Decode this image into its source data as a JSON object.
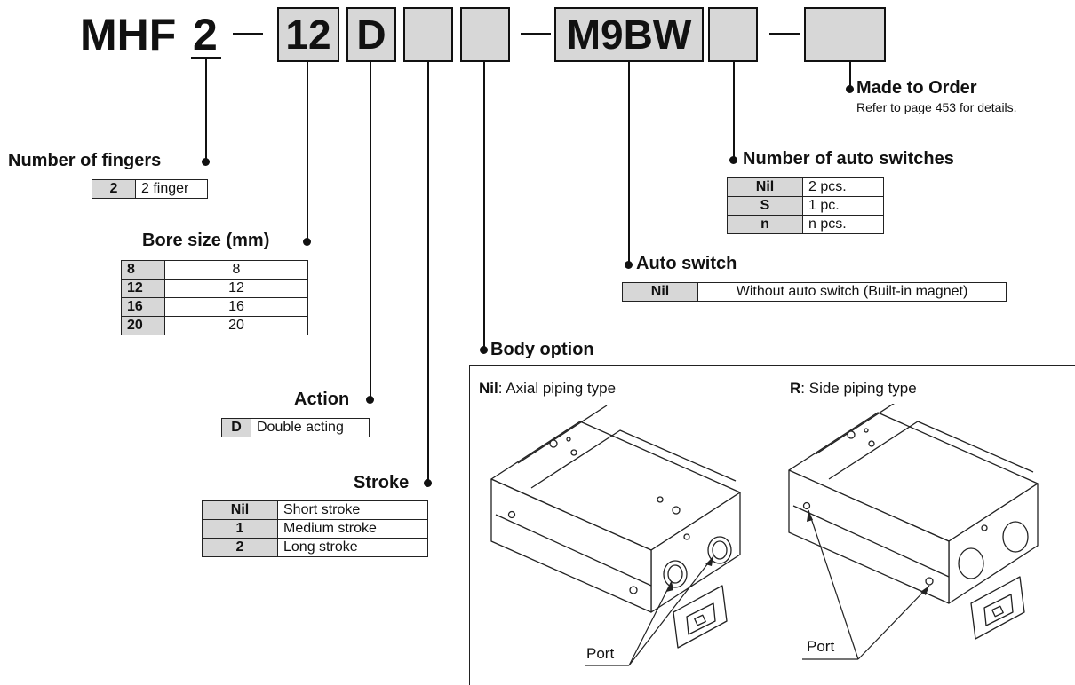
{
  "part_code": {
    "series": "MHF",
    "fingers": "2",
    "bore": "12",
    "action": "D",
    "switch_model": "M9BW"
  },
  "fingers": {
    "title": "Number of fingers",
    "rows": [
      {
        "code": "2",
        "desc": "2 finger"
      }
    ]
  },
  "bore": {
    "title": "Bore size (mm)",
    "rows": [
      {
        "code": "8",
        "desc": "8"
      },
      {
        "code": "12",
        "desc": "12"
      },
      {
        "code": "16",
        "desc": "16"
      },
      {
        "code": "20",
        "desc": "20"
      }
    ]
  },
  "action": {
    "title": "Action",
    "rows": [
      {
        "code": "D",
        "desc": "Double acting"
      }
    ]
  },
  "stroke": {
    "title": "Stroke",
    "rows": [
      {
        "code": "Nil",
        "desc": "Short stroke"
      },
      {
        "code": "1",
        "desc": "Medium stroke"
      },
      {
        "code": "2",
        "desc": "Long stroke"
      }
    ]
  },
  "made_to_order": {
    "title": "Made to Order",
    "note": "Refer to page 453 for details."
  },
  "num_switches": {
    "title": "Number of auto switches",
    "rows": [
      {
        "code": "Nil",
        "desc": "2 pcs."
      },
      {
        "code": "S",
        "desc": "1 pc."
      },
      {
        "code": "n",
        "desc": "n pcs."
      }
    ]
  },
  "auto_switch": {
    "title": "Auto switch",
    "rows": [
      {
        "code": "Nil",
        "desc": "Without auto switch (Built-in magnet)"
      }
    ]
  },
  "body_option": {
    "title": "Body option",
    "left_code": "Nil",
    "left_label": ": Axial piping type",
    "right_code": "R",
    "right_label": ": Side piping type",
    "port_label": "Port"
  }
}
